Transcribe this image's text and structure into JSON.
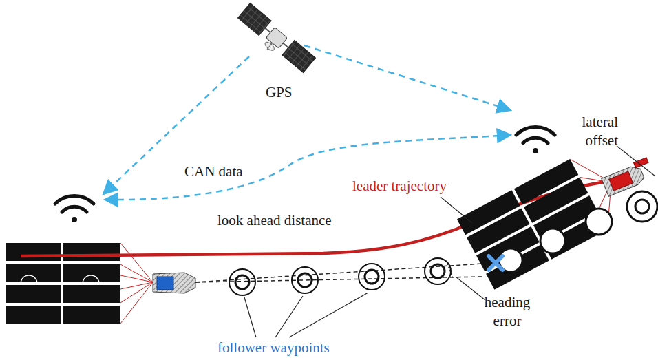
{
  "diagram": {
    "labels": [
      "GPS",
      "lateral offset",
      "CAN data",
      "leader trajectory",
      "look ahead distance",
      "heading error",
      "follower waypoints"
    ]
  }
}
